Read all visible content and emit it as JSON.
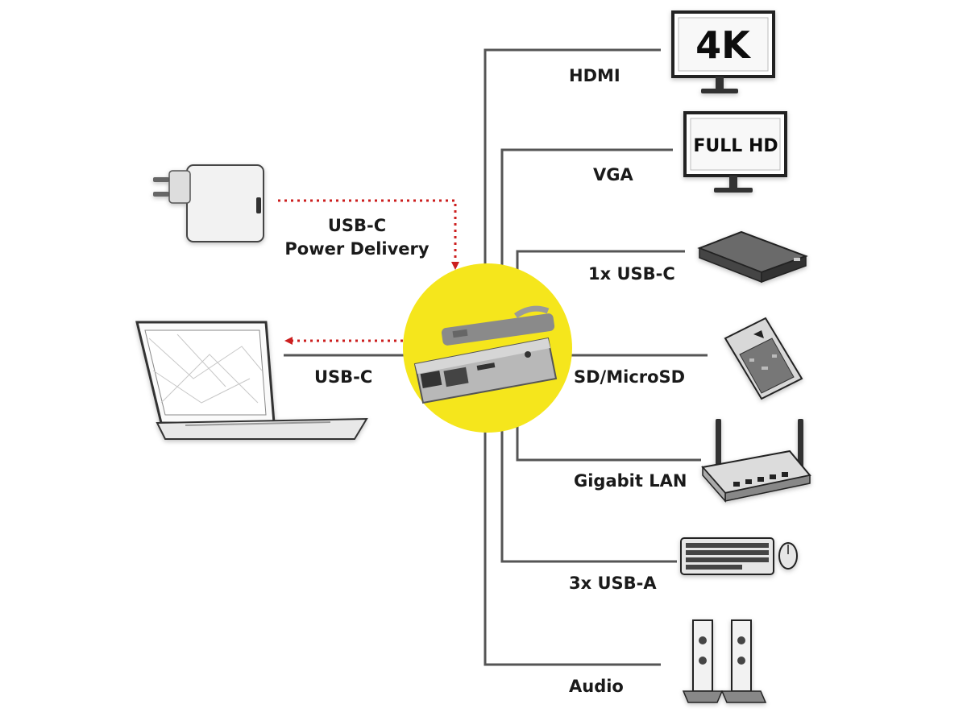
{
  "labels": {
    "hdmi": "HDMI",
    "vga": "VGA",
    "usbc_port": "1x USB-C",
    "sd": "SD/MicroSD",
    "lan": "Gigabit LAN",
    "usba": "3x USB-A",
    "audio": "Audio",
    "usbc_host": "USB-C",
    "pd_line1": "USB-C",
    "pd_line2": "Power Delivery"
  },
  "monitors": {
    "hdmi_text": "4K",
    "vga_text": "FULL HD"
  },
  "colors": {
    "line": "#555555",
    "power_arrow": "#cc1f1f",
    "hub_circle": "#f5e61c",
    "label_text": "#1a1a1a"
  },
  "icons": [
    "power-adapter-icon",
    "laptop-icon",
    "usb-c-hub-icon",
    "monitor-4k-icon",
    "monitor-full-hd-icon",
    "external-drive-icon",
    "sd-card-icon",
    "router-icon",
    "keyboard-mouse-icon",
    "speakers-icon"
  ]
}
